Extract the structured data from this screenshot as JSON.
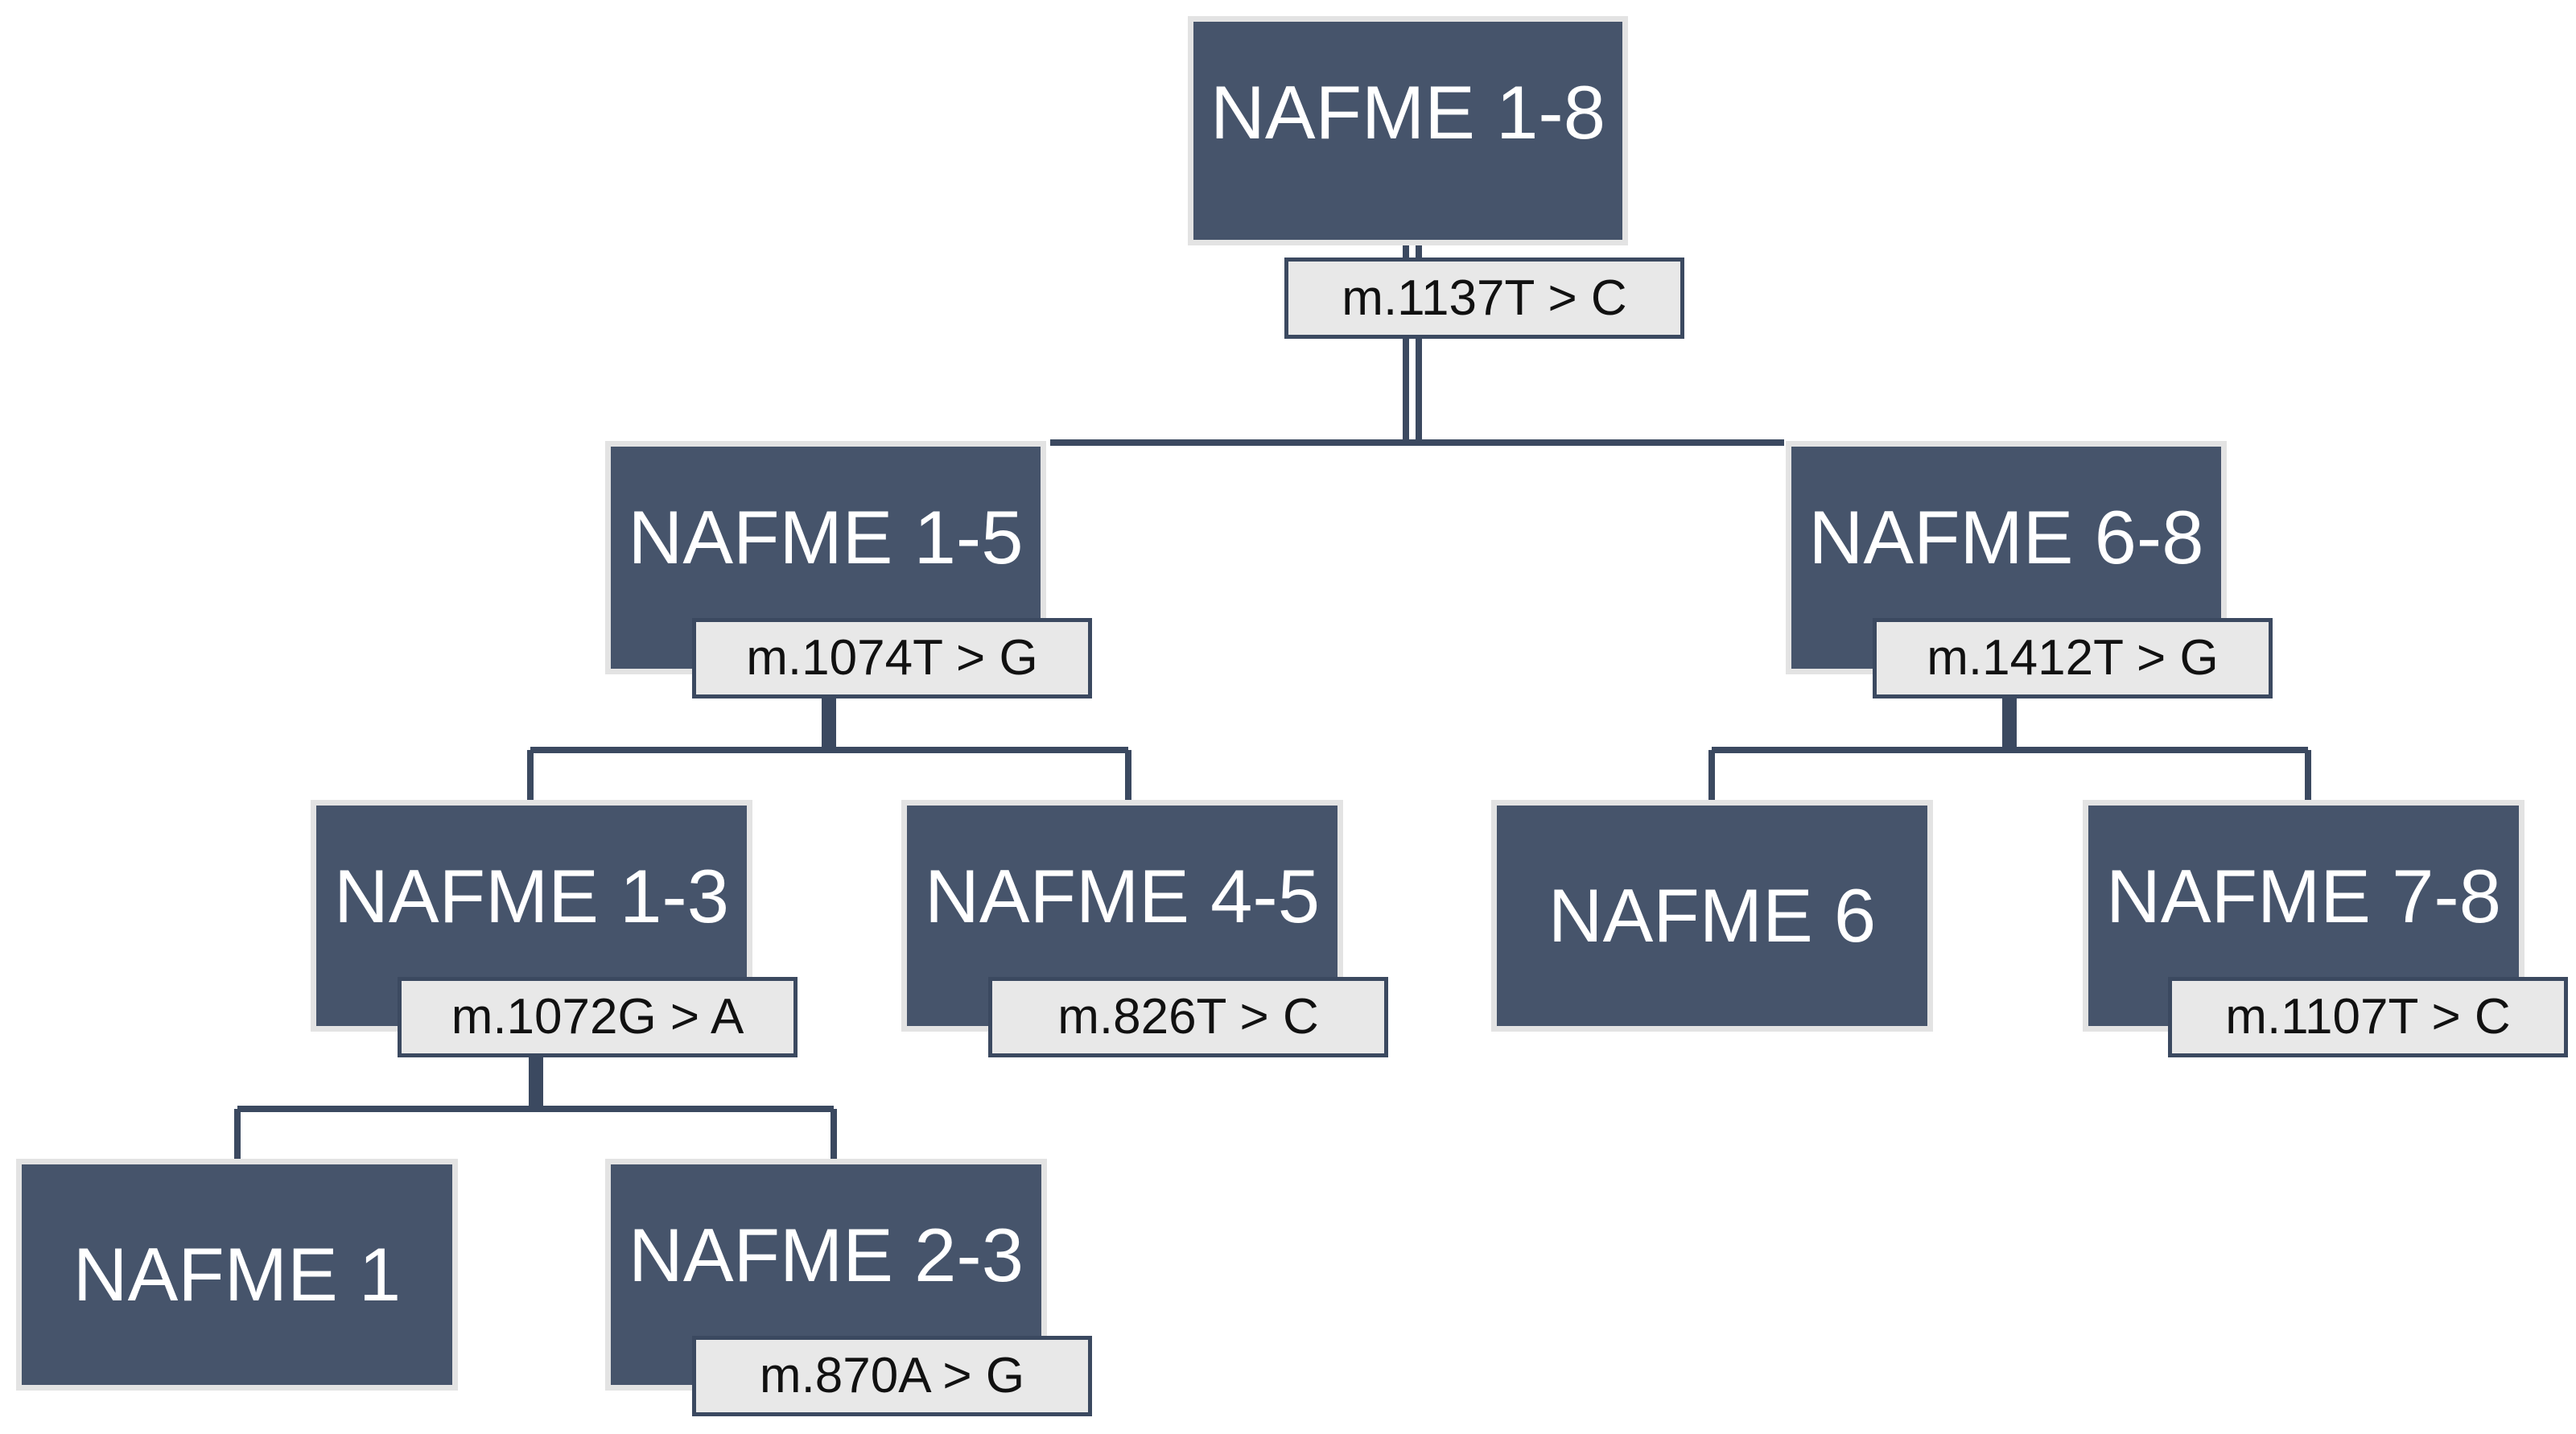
{
  "diagram": {
    "nodes": {
      "n18": "NAFME 1-8",
      "n15": "NAFME 1-5",
      "n68": "NAFME 6-8",
      "n13": "NAFME 1-3",
      "n45": "NAFME 4-5",
      "n6": "NAFME 6",
      "n78": "NAFME 7-8",
      "n1": "NAFME 1",
      "n23": "NAFME 2-3"
    },
    "mutations": {
      "n18": "m.1137T > C",
      "n15": "m.1074T > G",
      "n68": "m.1412T > G",
      "n13": "m.1072G > A",
      "n45": "m.826T > C",
      "n78": "m.1107T > C",
      "n23": "m.870A > G"
    },
    "colors": {
      "node_fill": "#46546b",
      "node_border": "#e3e3e3",
      "connector": "#3b4960",
      "tag_fill": "#e8e8e8",
      "tag_border": "#3b4960"
    }
  }
}
